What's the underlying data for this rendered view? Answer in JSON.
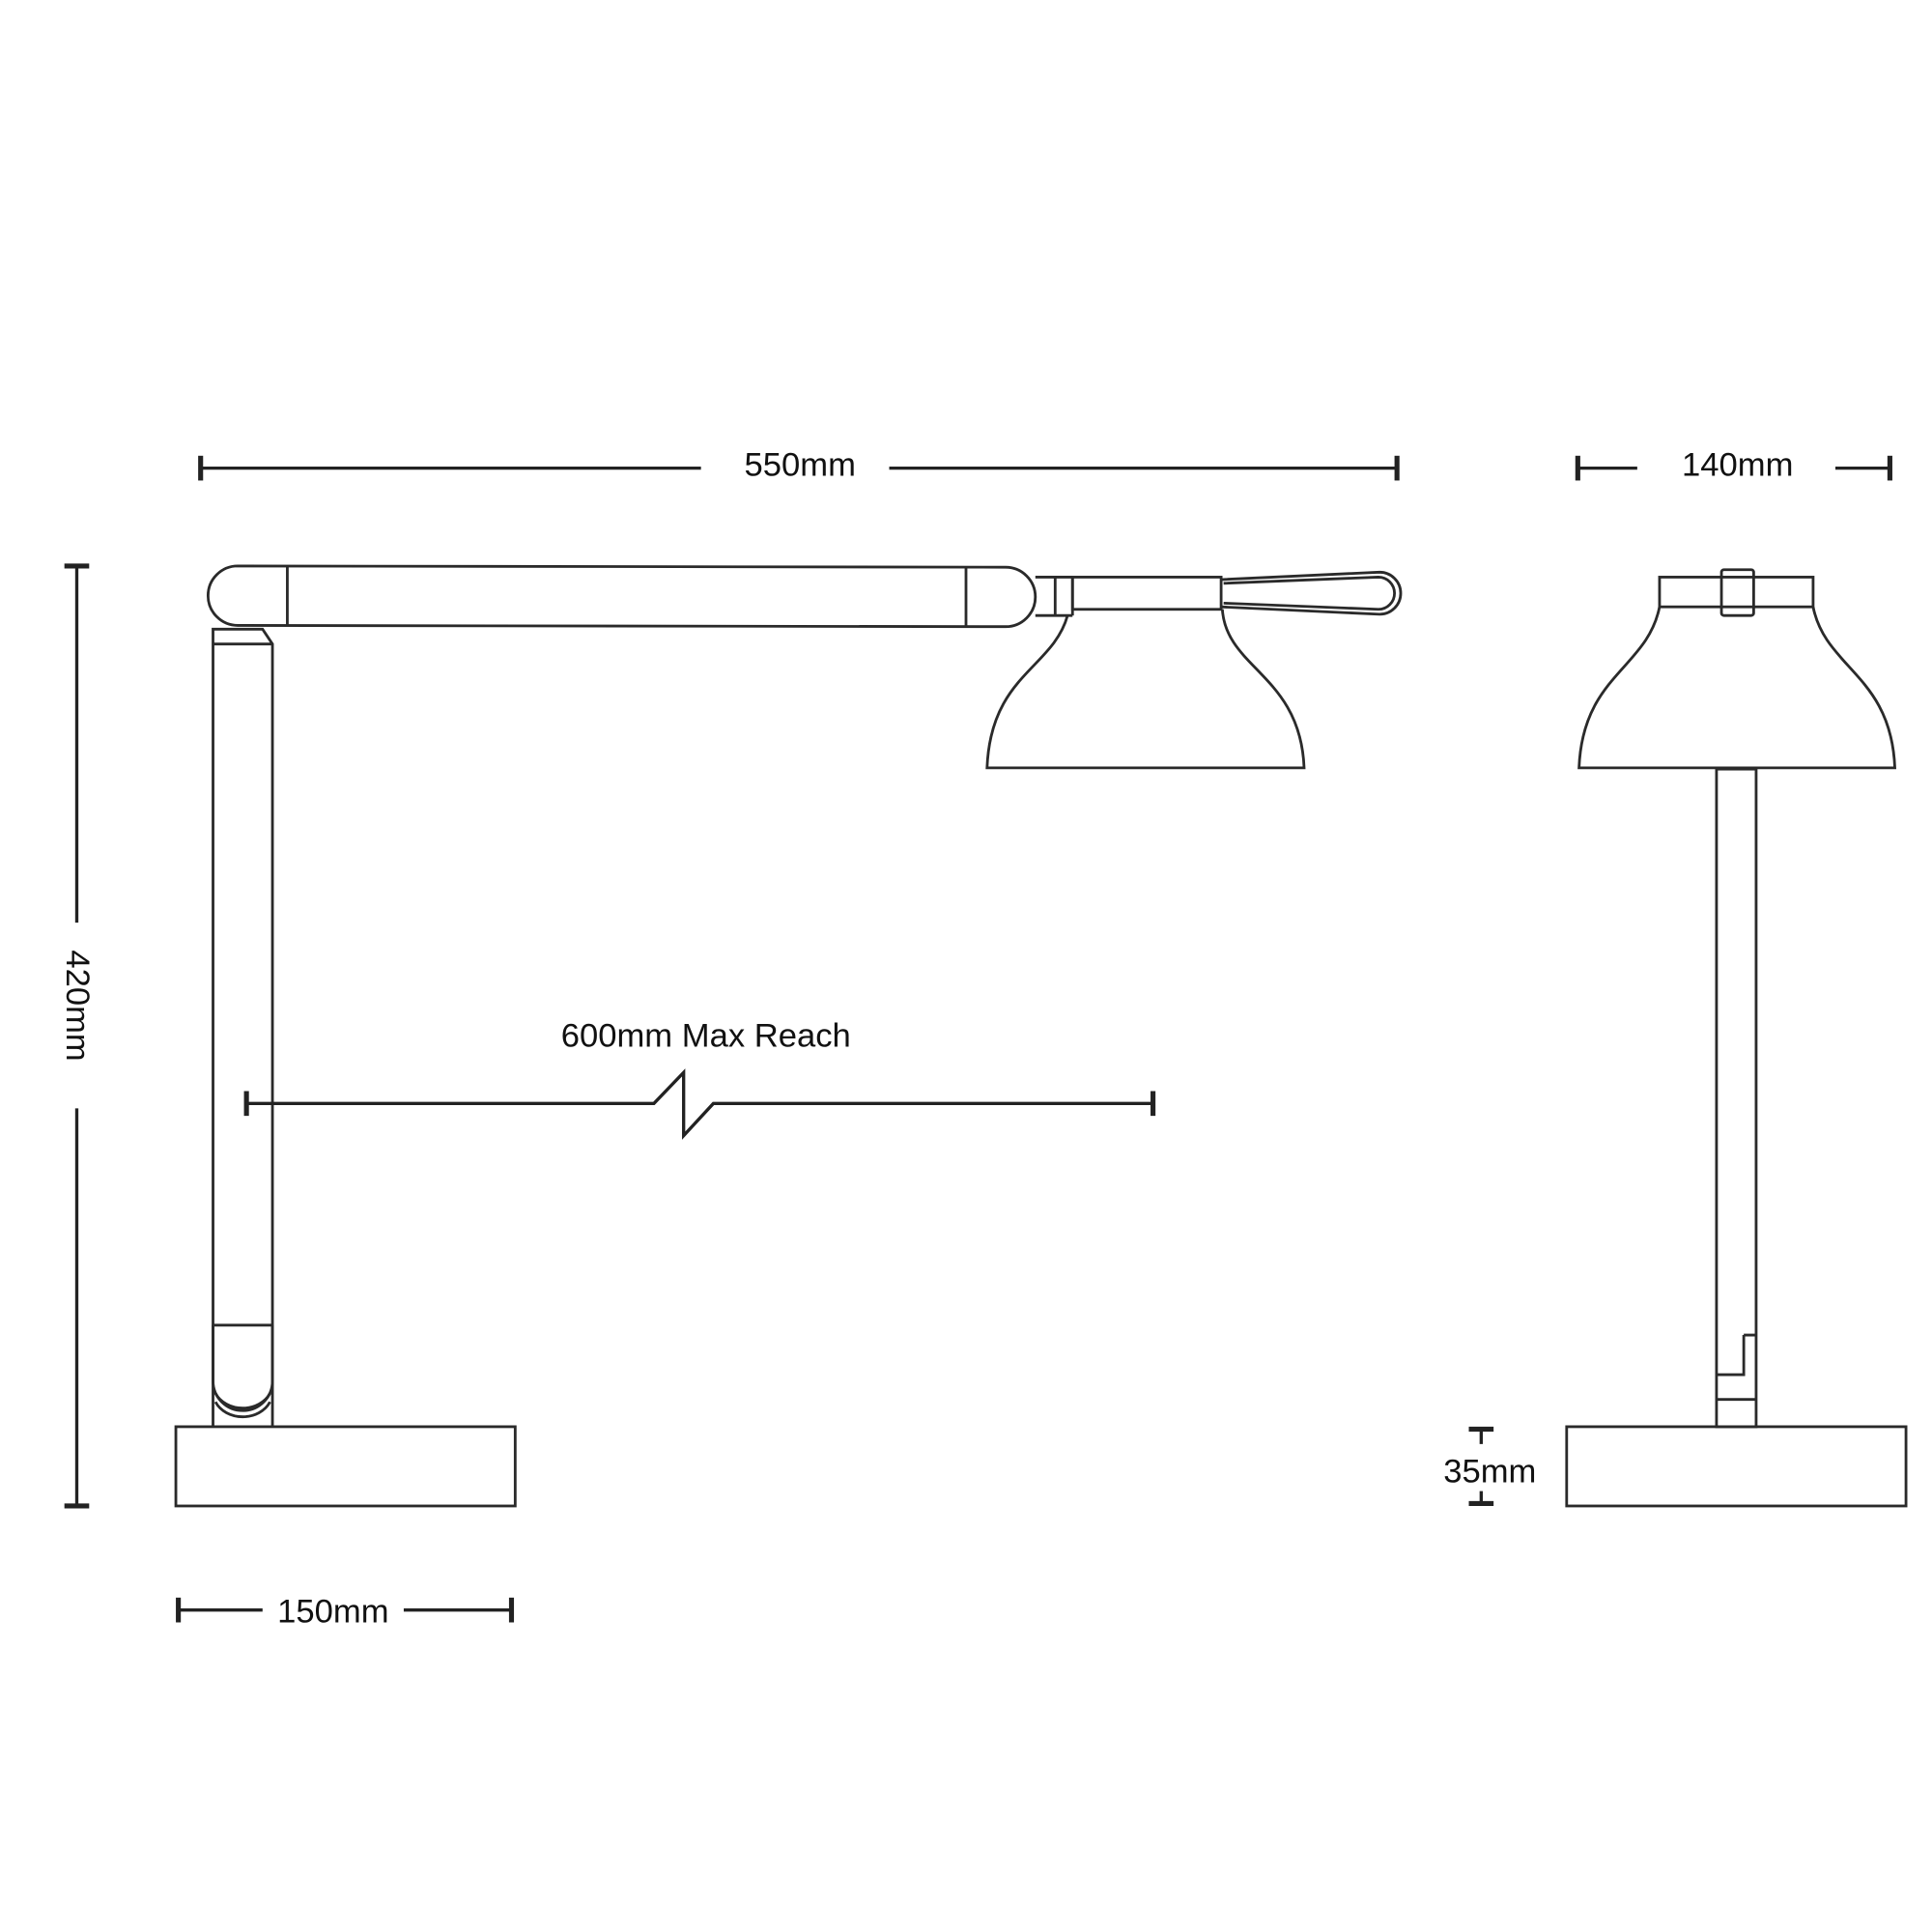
{
  "dimensions": {
    "overall_width": "550mm",
    "head_width": "140mm",
    "height": "420mm",
    "max_reach": "600mm Max Reach",
    "base_width": "150mm",
    "base_height": "35mm"
  },
  "colors": {
    "line": "#2a2a2a",
    "background": "#ffffff"
  }
}
